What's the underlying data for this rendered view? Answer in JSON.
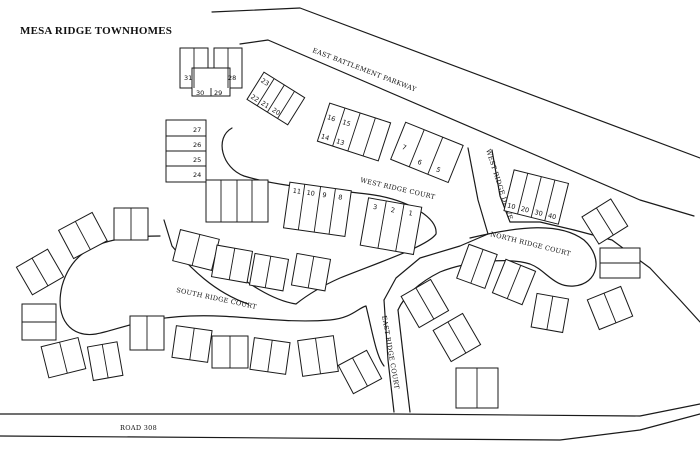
{
  "map": {
    "title": "MESA RIDGE TOWNHOMES",
    "streets": {
      "east_battlement_parkway": "EAST BATTLEMENT PARKWAY",
      "west_ridge_court": "WEST RIDGE COURT",
      "west_ridge_drive": "WEST RIDGE DRIVE",
      "north_ridge_court": "NORTH RIDGE COURT",
      "south_ridge_court": "SOUTH RIDGE COURT",
      "east_ridge_court": "EAST RIDGE COURT",
      "road_308": "ROAD 308"
    },
    "unit_labels": {
      "u31": "31",
      "u30": "30",
      "u29": "29",
      "u28": "28",
      "u22": "22",
      "u23": "23",
      "u21": "21",
      "u20": "20",
      "u27": "27",
      "u26": "26",
      "u25": "25",
      "u24": "24",
      "u16": "16",
      "u15": "15",
      "u14": "14",
      "u13": "13",
      "u7": "7",
      "u6": "6",
      "u5": "5",
      "u11": "11",
      "u10": "10",
      "u9": "9",
      "u8": "8",
      "u3": "3",
      "u2": "2",
      "u1": "1",
      "n10": "10",
      "n20": "20",
      "n30": "30",
      "n40": "40"
    }
  }
}
